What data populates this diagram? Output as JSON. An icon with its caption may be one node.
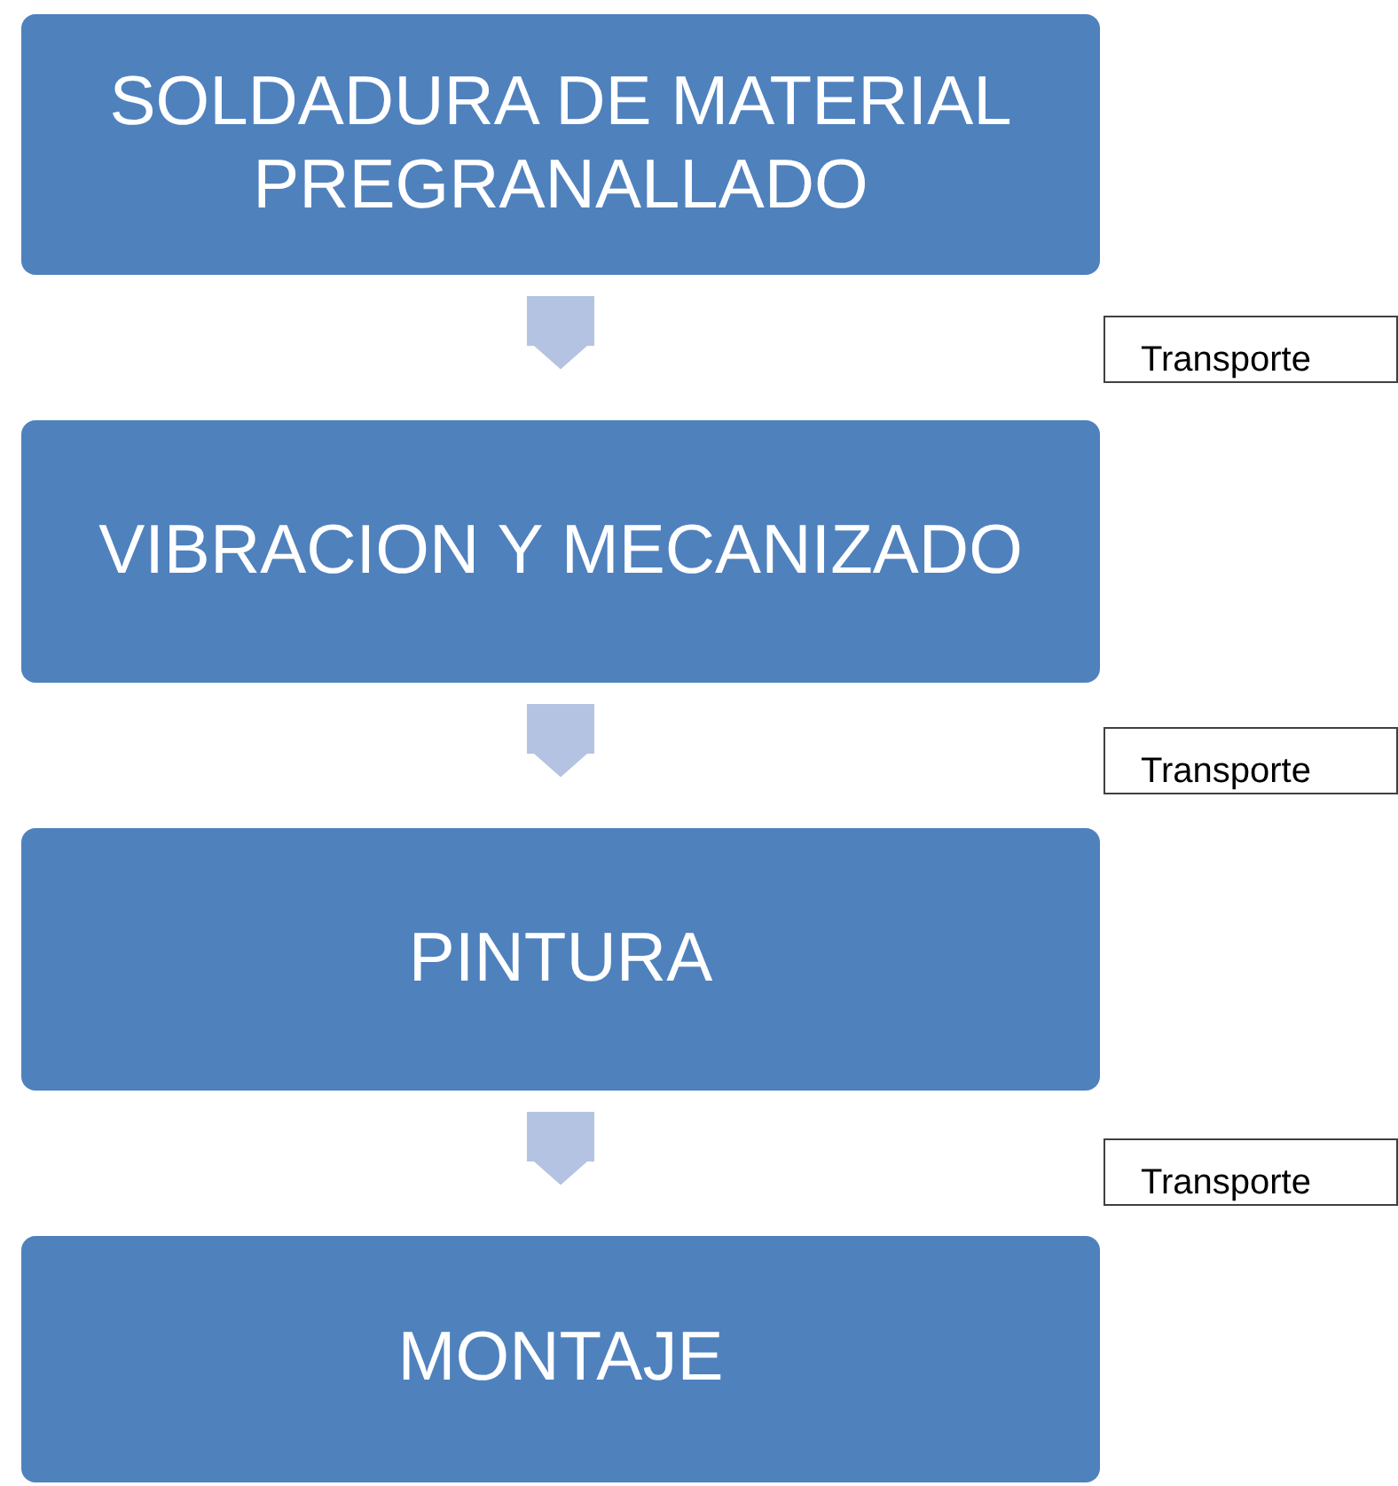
{
  "diagram": {
    "nodes": [
      {
        "text": [
          "SOLDADURA DE MATERIAL PREGRANALLADO"
        ]
      },
      {
        "text": [
          "VIBRACION Y MECANIZADO"
        ]
      },
      {
        "text": [
          "PINTURA"
        ]
      },
      {
        "text": [
          "MONTAJE"
        ]
      },
      {
        "text": [
          "Transporte"
        ]
      },
      {
        "text": [
          "Transporte"
        ]
      },
      {
        "text": [
          "Transporte"
        ]
      }
    ],
    "edges": [
      {
        "from": 0,
        "to": 1,
        "arrow": "to"
      },
      {
        "from": 1,
        "to": 2,
        "arrow": "to"
      },
      {
        "from": 2,
        "to": 3,
        "arrow": "to"
      }
    ]
  }
}
